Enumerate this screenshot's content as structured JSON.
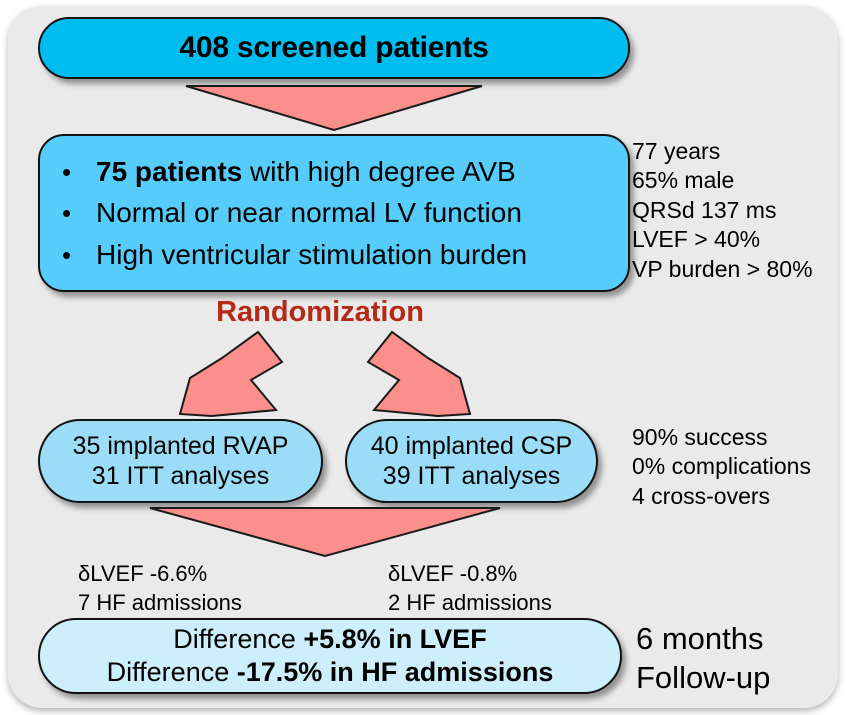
{
  "diagram": {
    "title": "CONSORT-style trial flow diagram",
    "colors": {
      "panel_background": "#eaeaea",
      "node_screened": "#00bdf0",
      "node_cohort": "#56ccfa",
      "node_arm": "#9bddf7",
      "node_result": "#cdeefb",
      "arrow": "#fa8f8b",
      "randomization_label": "#b52a17",
      "text": "#000000"
    },
    "screened": {
      "label": "408 screened patients"
    },
    "cohort": {
      "bullet_glyph": "•",
      "bullets": [
        {
          "strong": "75 patients",
          "rest": " with high degree AVB"
        },
        {
          "strong": "",
          "rest": "Normal or near normal LV function"
        },
        {
          "strong": "",
          "rest": "High ventricular stimulation burden"
        }
      ]
    },
    "demographics": {
      "lines": [
        "77 years",
        "65% male",
        "QRSd 137 ms",
        "LVEF > 40%",
        "VP burden > 80%"
      ]
    },
    "randomization": {
      "label": "Randomization"
    },
    "arms": [
      {
        "name": "rvap",
        "line1": "35 implanted RVAP",
        "line2": "31 ITT analyses"
      },
      {
        "name": "csp",
        "line1": "40 implanted CSP",
        "line2": "39 ITT analyses"
      }
    ],
    "procedure_notes": {
      "lines": [
        "90% success",
        "0% complications",
        "4 cross-overs"
      ]
    },
    "outcomes": [
      {
        "name": "rvap",
        "line1": "δLVEF -6.6%",
        "line2": "7 HF admissions"
      },
      {
        "name": "csp",
        "line1": "δLVEF -0.8%",
        "line2": "2 HF admissions"
      }
    ],
    "result": {
      "line1_prefix": "Difference ",
      "line1_strong": "+5.8%",
      "line1_suffix": " in LVEF",
      "line2_prefix": "Difference ",
      "line2_strong": "-17.5%",
      "line2_suffix": " in HF admissions"
    },
    "followup": {
      "line1": "6 months",
      "line2": "Follow-up"
    }
  }
}
